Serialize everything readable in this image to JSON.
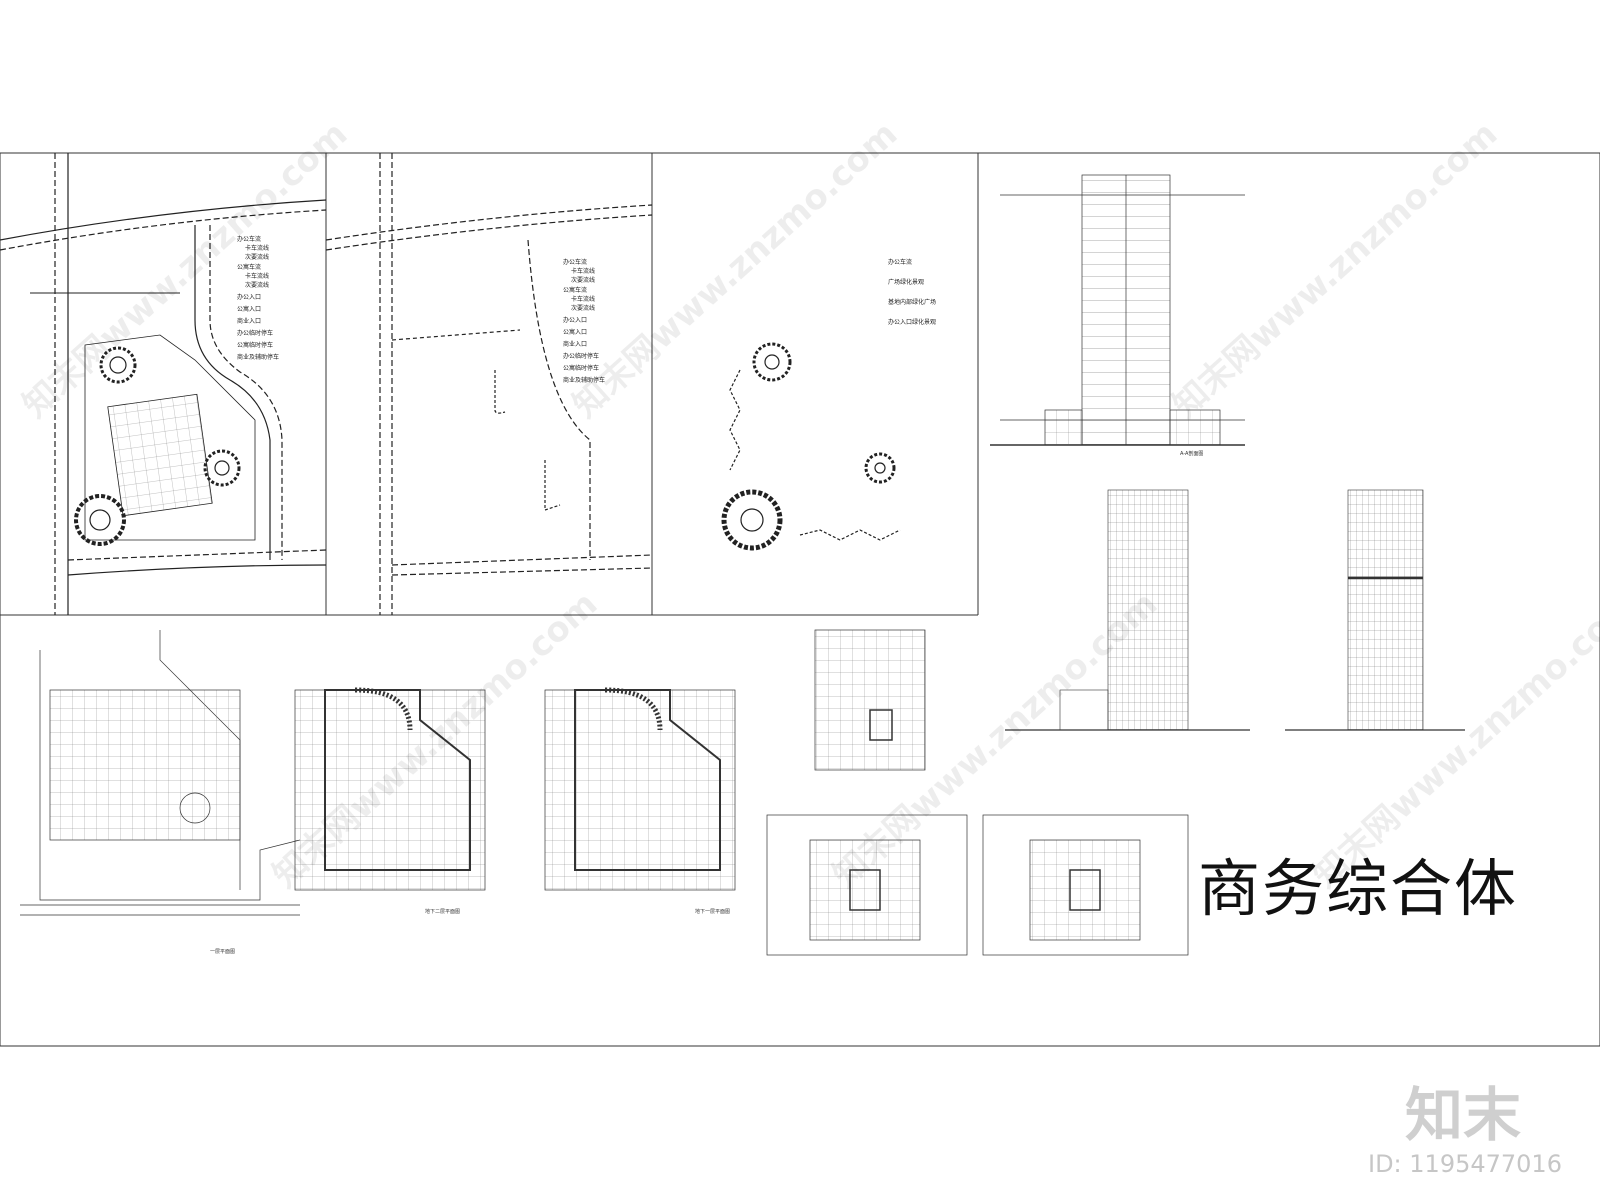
{
  "title": "商务综合体",
  "brand": {
    "logo": "知末",
    "id": "ID: 1195477016"
  },
  "watermark": "知末网www.znzmo.com",
  "legend_a": [
    "办公车流",
    "卡车流线",
    "次要流线",
    "公寓车流",
    "卡车流线",
    "次要流线",
    "办公入口",
    "公寓入口",
    "商业入口",
    "办公临时停车",
    "公寓临时停车",
    "商业及辅助停车"
  ],
  "legend_b": [
    "办公车流",
    "卡车流线",
    "次要流线",
    "公寓车流",
    "卡车流线",
    "次要流线",
    "办公入口",
    "公寓入口",
    "商业入口",
    "办公临时停车",
    "公寓临时停车",
    "商业及辅助停车"
  ],
  "legend_c": [
    "办公车流",
    "广场绿化景观",
    "基地内部绿化广场",
    "办公入口绿化景观"
  ],
  "captions": {
    "section": "A-A剖面图",
    "ground_plan": "一层平面图",
    "basement2": "地下二层平面图",
    "basement1": "地下一层平面图"
  },
  "colors": {
    "line": "#222222",
    "frame": "#333333"
  }
}
